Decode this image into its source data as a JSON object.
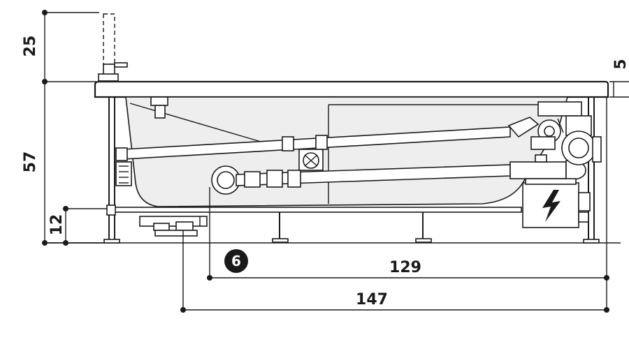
{
  "dimensions": {
    "top_height": "25",
    "rim_thickness": "5",
    "body_height": "57",
    "leg_height": "12",
    "inner_length": "129",
    "outer_length": "147"
  },
  "callouts": {
    "marker_number": "6"
  },
  "icons": {
    "electrical_box": "lightning-bolt-icon"
  },
  "colors": {
    "line": "#1a1a1a",
    "tub_fill": "#eeeeee",
    "background": "#ffffff"
  }
}
